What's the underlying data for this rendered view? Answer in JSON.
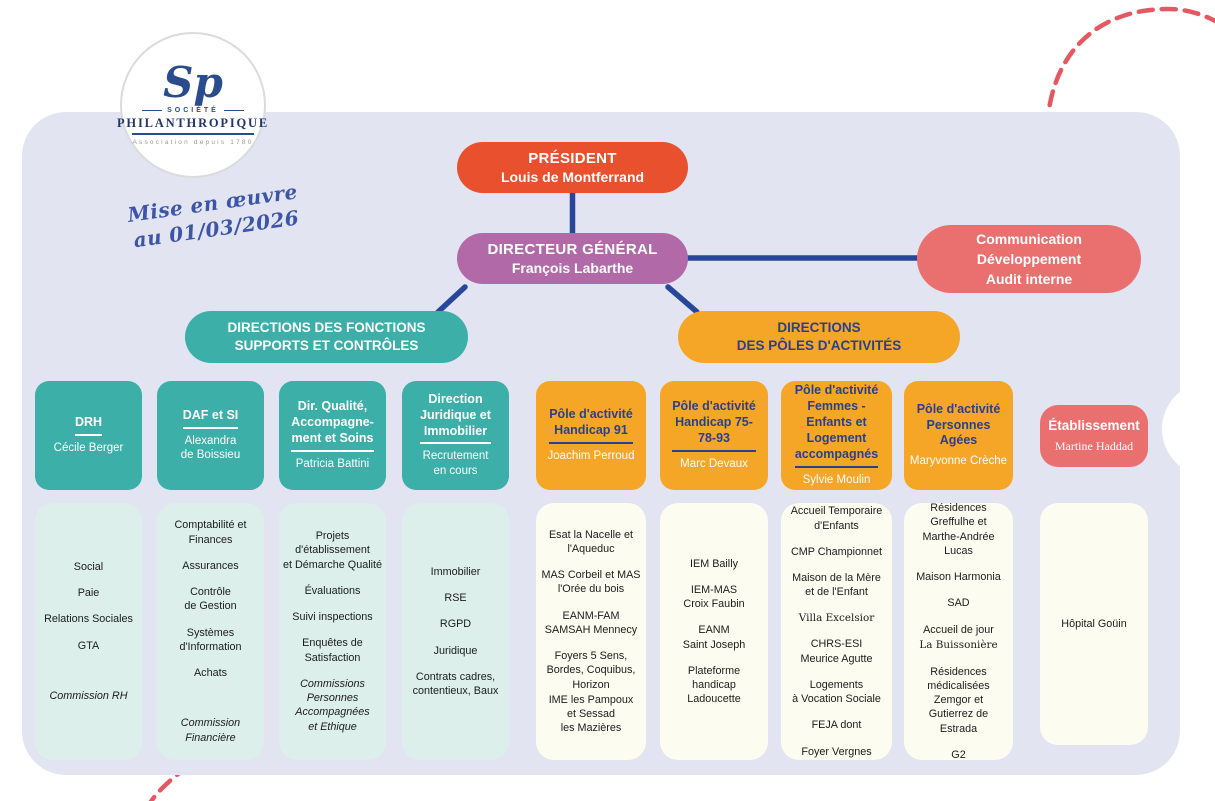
{
  "annotation": "Mise en œuvre\nau 01/03/2026",
  "logo": {
    "monogram": "Sp",
    "society": "SOCIÉTÉ",
    "name": "PHILANTHROPIQUE",
    "tagline": "Association depuis 1780"
  },
  "nodes": {
    "president": {
      "title": "PRÉSIDENT",
      "name": "Louis de Montferrand"
    },
    "director": {
      "title": "DIRECTEUR GÉNÉRAL",
      "name": "François Labarthe"
    },
    "staff": {
      "label": "Communication\nDéveloppement\nAudit interne"
    }
  },
  "branches": {
    "supports": {
      "label": "DIRECTIONS DES FONCTIONS\nSUPPORTS ET CONTRÔLES"
    },
    "poles": {
      "label": "DIRECTIONS\nDES PÔLES D'ACTIVITÉS"
    }
  },
  "columns": [
    {
      "id": "drh",
      "theme": "teal",
      "underline": true,
      "title": "DRH",
      "name": "Cécile Berger",
      "items": [
        {
          "text": "Social"
        },
        {
          "text": "Paie"
        },
        {
          "text": "Relations Sociales"
        },
        {
          "text": "GTA"
        },
        {
          "text": "Commission RH",
          "style": "italic",
          "gap": true
        }
      ]
    },
    {
      "id": "daf-si",
      "theme": "teal",
      "underline": true,
      "title": "DAF et SI",
      "name": "Alexandra\nde Boissieu",
      "items": [
        {
          "text": "Comptabilité et\nFinances"
        },
        {
          "text": "Assurances"
        },
        {
          "text": "Contrôle\nde Gestion"
        },
        {
          "text": "Systèmes\nd'Information"
        },
        {
          "text": "Achats"
        },
        {
          "text": "Commission\nFinancière",
          "style": "italic",
          "gap": true
        }
      ]
    },
    {
      "id": "qualite",
      "theme": "teal",
      "underline": true,
      "title": "Dir. Qualité,\nAccompagne-\nment et Soins",
      "name": "Patricia Battini",
      "items": [
        {
          "text": "Projets\nd'établissement\net Démarche Qualité"
        },
        {
          "text": "Évaluations"
        },
        {
          "text": "Suivi inspections"
        },
        {
          "text": "Enquêtes de\nSatisfaction"
        },
        {
          "text": "Commissions\nPersonnes\nAccompagnées\net Ethique",
          "style": "italic"
        }
      ]
    },
    {
      "id": "juridique",
      "theme": "teal",
      "underline": true,
      "title": "Direction\nJuridique et\nImmobilier",
      "name": "Recrutement\nen cours",
      "items": [
        {
          "text": "Immobilier"
        },
        {
          "text": "RSE"
        },
        {
          "text": "RGPD"
        },
        {
          "text": "Juridique"
        },
        {
          "text": "Contrats cadres,\ncontentieux, Baux"
        }
      ]
    },
    {
      "id": "handicap-91",
      "theme": "orange",
      "underline": true,
      "title": "Pôle d'activité\nHandicap 91",
      "name": "Joachim Perroud",
      "items": [
        {
          "text": "Esat la Nacelle et\nl'Aqueduc"
        },
        {
          "text": "MAS Corbeil et MAS\nl'Orée du bois"
        },
        {
          "text": "EANM-FAM\nSAMSAH Mennecy"
        },
        {
          "text": "Foyers 5 Sens,\nBordes, Coquibus,\nHorizon"
        },
        {
          "text": "IME les Pampoux\net Sessad\nles Mazières",
          "tight": true
        }
      ]
    },
    {
      "id": "handicap-75-78-93",
      "theme": "orange",
      "underline": true,
      "title": "Pôle d'activité\nHandicap 75-\n78-93",
      "name": "Marc Devaux",
      "items": [
        {
          "text": "IEM Bailly"
        },
        {
          "text": "IEM-MAS\nCroix Faubin"
        },
        {
          "text": "EANM\nSaint Joseph"
        },
        {
          "text": "Plateforme\nhandicap\nLadoucette"
        }
      ]
    },
    {
      "id": "femmes-enfants-logement",
      "theme": "orange",
      "underline": true,
      "title": "Pôle d'activité\nFemmes -\nEnfants et\nLogement\naccompagnés",
      "name": "Sylvie Moulin",
      "items": [
        {
          "text": "Accueil Temporaire\nd'Enfants"
        },
        {
          "text": "CMP Championnet"
        },
        {
          "text": "Maison de la Mère\net de l'Enfant"
        },
        {
          "text": "Villa Excelsior",
          "style": "serif-norm"
        },
        {
          "text": "CHRS-ESI\nMeurice Agutte"
        },
        {
          "text": "Logements\nà Vocation Sociale"
        },
        {
          "text": "FEJA dont"
        },
        {
          "text": "Foyer Vergnes"
        }
      ]
    },
    {
      "id": "personnes-agees",
      "theme": "orange",
      "underline": false,
      "title": "Pôle d'activité\nPersonnes\nAgées",
      "name": "Maryvonne Crèche",
      "items": [
        {
          "text": "Résidences\nGreffulhe et\nMarthe-Andrée\nLucas"
        },
        {
          "text": "Maison Harmonia"
        },
        {
          "text": "SAD"
        },
        {
          "text": "Accueil de jour"
        },
        {
          "text": "La Buissonière",
          "style": "serif"
        },
        {
          "text": "Résidences\nmédicalisées\nZemgor et\nGutierrez de\nEstrada"
        },
        {
          "text": "G2"
        }
      ]
    },
    {
      "id": "etablissement",
      "theme": "pink",
      "underline": false,
      "name_serif": true,
      "title": "Établissement",
      "name": "Martine Haddad",
      "items": [
        {
          "text": "Hôpital Goüin"
        }
      ]
    }
  ],
  "colors": {
    "panel": "#E2E5F1",
    "president_bg": "#E8502E",
    "director_bg": "#B269A8",
    "staff_bg": "#EA7070",
    "teal": "#3BAFA8",
    "teal_light": "#DCEFEA",
    "orange": "#F6A626",
    "cream": "#FDFCF0",
    "pink": "#EA7070",
    "branch_text_blue": "#2B3F90",
    "line_blue": "#27479B",
    "dashed_red": "#E45862",
    "logo_blue": "#2B4B8F"
  }
}
